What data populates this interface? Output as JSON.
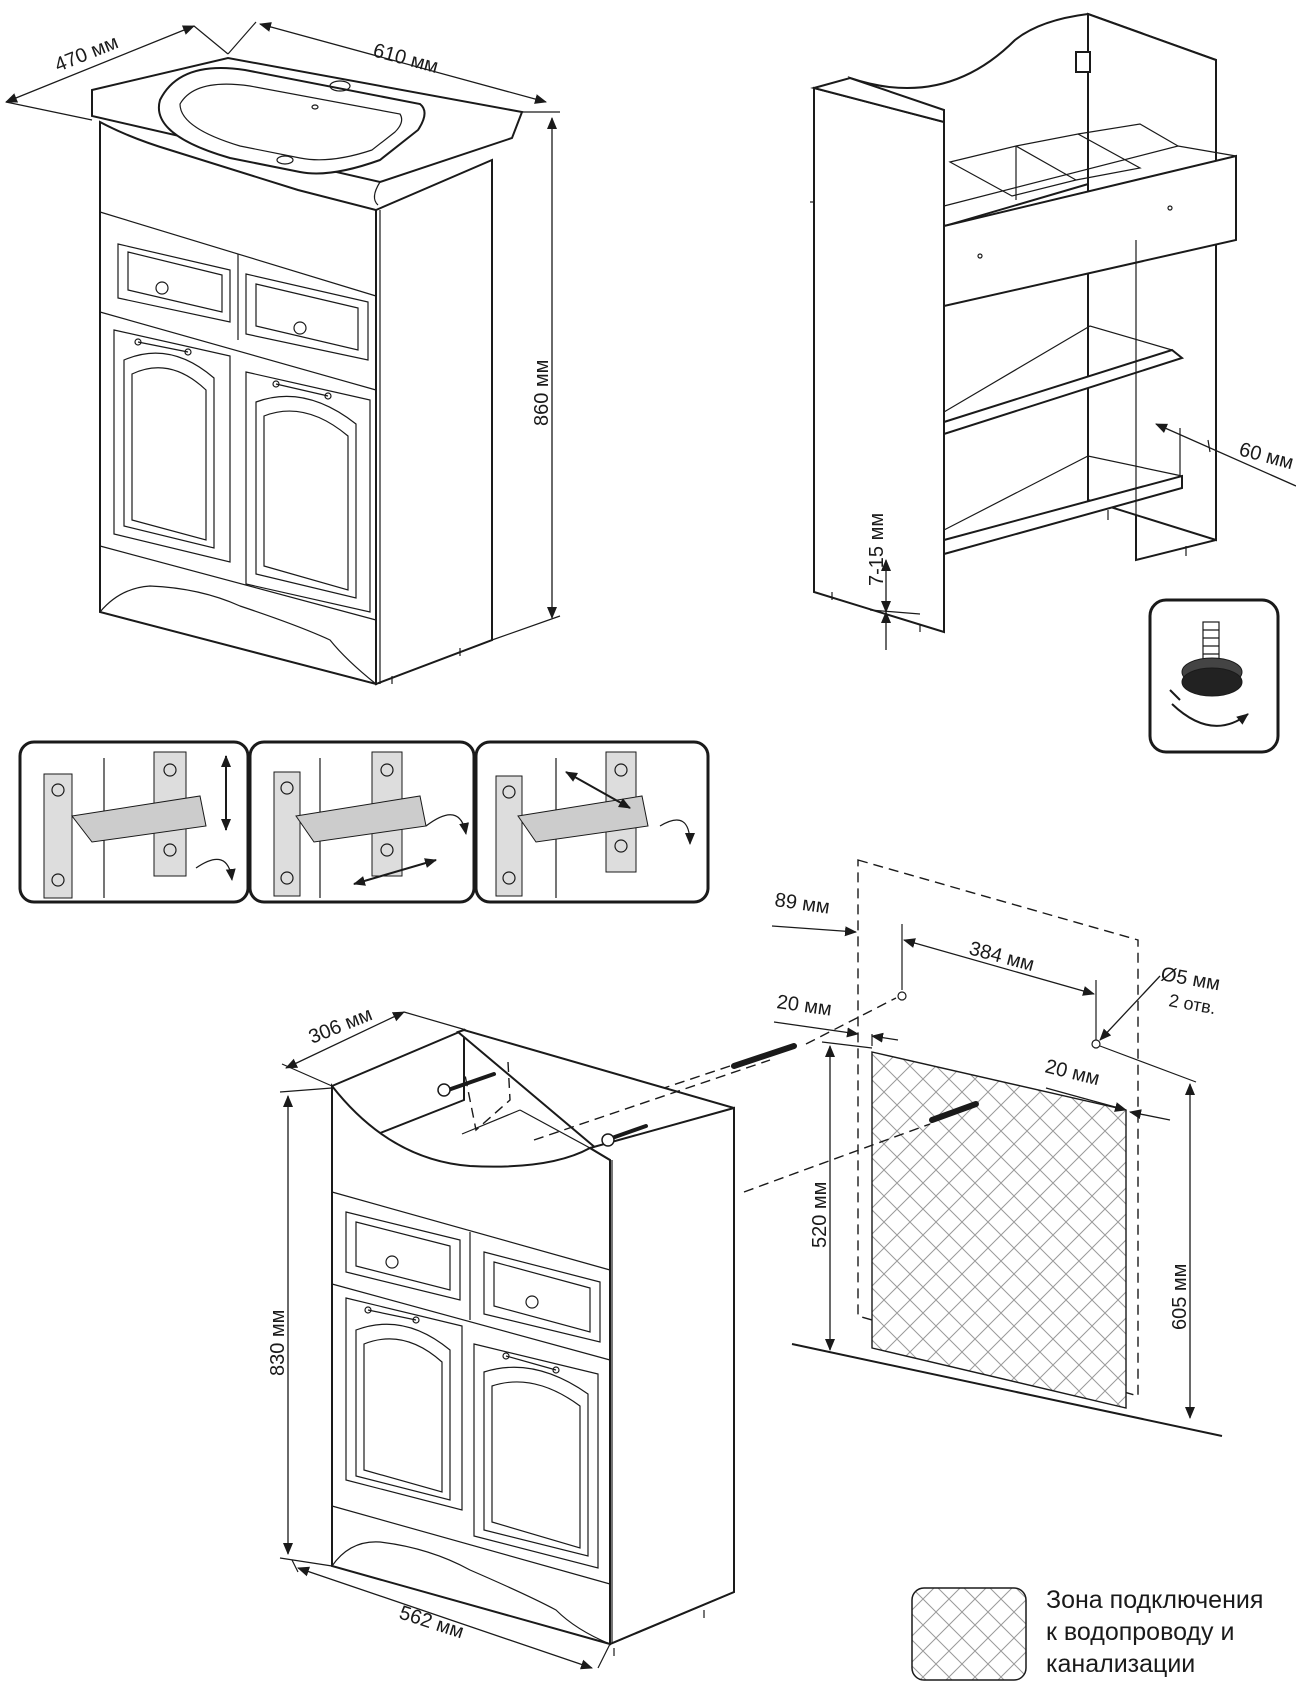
{
  "dimensions": {
    "top_depth": "470 мм",
    "top_width": "610 мм",
    "top_height": "860 мм",
    "leg_adjust": "7-15 мм",
    "shelf_offset": "60 мм",
    "offset_89": "89 мм",
    "hole_spacing": "384 мм",
    "hole_diameter": "Ø5 мм",
    "hole_count": "2 отв.",
    "offset_20_left": "20 мм",
    "offset_20_right": "20 мм",
    "zone_height": "520 мм",
    "hole_height": "605 мм",
    "bottom_depth": "306 мм",
    "bottom_height": "830 мм",
    "bottom_width": "562 мм"
  },
  "legend": {
    "line1": "Зона подключения",
    "line2": "к водопроводу и",
    "line3": "канализации"
  }
}
